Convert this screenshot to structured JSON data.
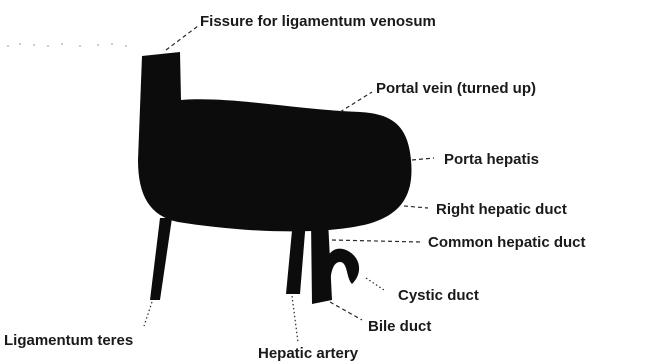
{
  "labels": {
    "fissure": "Fissure for ligamentum venosum",
    "portal_vein": "Portal vein (turned up)",
    "porta_hepatis": "Porta hepatis",
    "right_hepatic_duct": "Right hepatic duct",
    "common_hepatic_duct": "Common hepatic duct",
    "cystic_duct": "Cystic duct",
    "bile_duct": "Bile duct",
    "ligamentum_teres": "Ligamentum teres",
    "hepatic_artery": "Hepatic artery"
  },
  "colors": {
    "silhouette": "#0c0c0c",
    "text": "#1a1a1a",
    "background": "#ffffff"
  }
}
